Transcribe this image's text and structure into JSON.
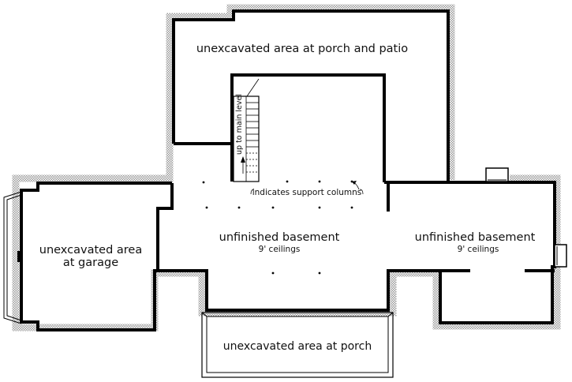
{
  "plan": {
    "colors": {
      "wall": "#000000",
      "hatch": "#9a9a9a",
      "background": "#ffffff"
    },
    "labels": {
      "porch_patio": "unexcavated area at porch and patio",
      "stair_note": "up to main level",
      "columns_note": "indicates support columns",
      "garage_line1": "unexcavated area",
      "garage_line2": "at garage",
      "basement_center": "unfinished basement",
      "basement_center_ceiling": "9' ceilings",
      "basement_right": "unfinished basement",
      "basement_right_ceiling": "9' ceilings",
      "porch_front": "unexcavated area at porch"
    }
  }
}
